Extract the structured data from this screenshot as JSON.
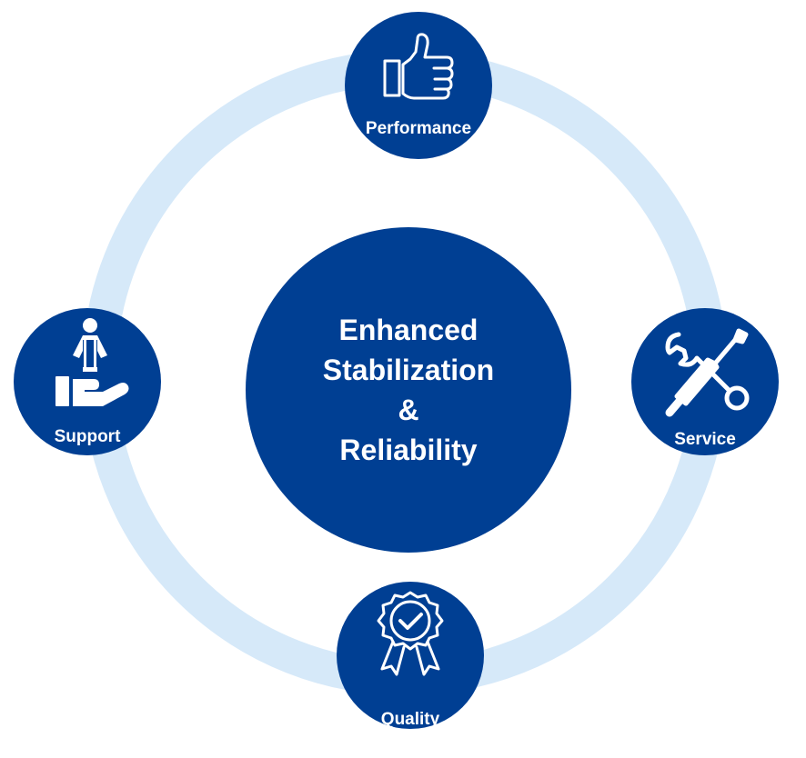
{
  "colors": {
    "primary": "#003f93",
    "ring": "#d6e9f9",
    "text": "#ffffff"
  },
  "center": {
    "lines": [
      "Enhanced",
      "Stabilization",
      "&",
      "Reliability"
    ]
  },
  "nodes": {
    "performance": {
      "label": "Performance",
      "icon": "thumbs-up-icon"
    },
    "support": {
      "label": "Support",
      "icon": "hand-holding-person-icon"
    },
    "service": {
      "label": "Service",
      "icon": "wrench-screwdriver-icon"
    },
    "quality": {
      "label": "Quality",
      "icon": "award-ribbon-check-icon"
    }
  }
}
